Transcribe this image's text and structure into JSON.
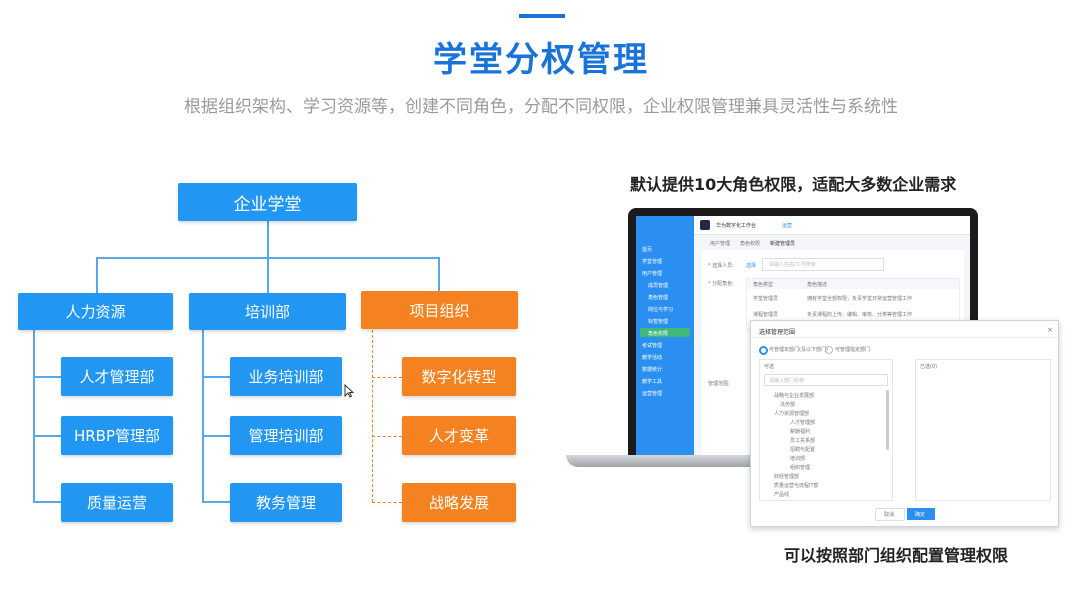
{
  "header": {
    "title": "学堂分权管理",
    "subtitle": "根据组织架构、学习资源等，创建不同角色，分配不同权限，企业权限管理兼具灵活性与系统性"
  },
  "org_chart": {
    "root": "企业学堂",
    "departments": [
      {
        "name": "人力资源",
        "children": [
          "人才管理部",
          "HRBP管理部",
          "质量运营"
        ]
      },
      {
        "name": "培训部",
        "children": [
          "业务培训部",
          "管理培训部",
          "教务管理"
        ]
      },
      {
        "name": "项目组织",
        "children": [
          "数字化转型",
          "人才变革",
          "战略发展"
        ]
      }
    ]
  },
  "captions": {
    "top": "默认提供10大角色权限，适配大多数企业需求",
    "bottom": "可以按照部门组织配置管理权限"
  },
  "laptop": {
    "app_name": "华为数字化工作台",
    "app_tag": "运营",
    "breadcrumb": [
      "用户管理",
      "角色权限",
      "新建管理员"
    ],
    "menu": [
      "首页",
      "学堂管理",
      "用户管理",
      "成员管理",
      "角色管理",
      "岗位与学习",
      "标签管理",
      "角色权限",
      "考试管理",
      "教学活动",
      "数据统计",
      "教学工具",
      "运营管理"
    ],
    "form": {
      "field1_label": "* 选择人员:",
      "field1_value": "选择",
      "field1_placeholder": "请输入姓名/工号搜索",
      "field2_label": "* 分配角色:",
      "table_headers": [
        "角色类型",
        "角色描述"
      ],
      "table_rows": [
        [
          "学堂管理员",
          "拥有学堂全部权限，负责学堂日常运营管理工作"
        ],
        [
          "课程管理员",
          "负责课程的上传、编辑、审核、分类等管理工作"
        ]
      ],
      "field3_label": "管理范围:"
    }
  },
  "dialog": {
    "title": "选择管理范围",
    "options": [
      "可管理本部门(及以下部门)",
      "可管理指定部门"
    ],
    "left_panel_title": "可选",
    "search_placeholder": "请输入部门名称",
    "right_panel_title": "已选(0)",
    "tree": [
      "战略与企业发展部",
      "法务部",
      "人力资源管理部",
      "人才管理部",
      "薪酬福利",
      "员工关系部",
      "招聘与配置",
      "培训部",
      "组织管理",
      "财经管理部",
      "质量运营与流程IT部",
      "产品线"
    ],
    "cancel_label": "取消",
    "ok_label": "确定"
  },
  "colors": {
    "primary_blue": "#1a73d9",
    "box_blue": "#2196f3",
    "box_orange": "#f58220",
    "subtitle_gray": "#9a9a9a"
  }
}
